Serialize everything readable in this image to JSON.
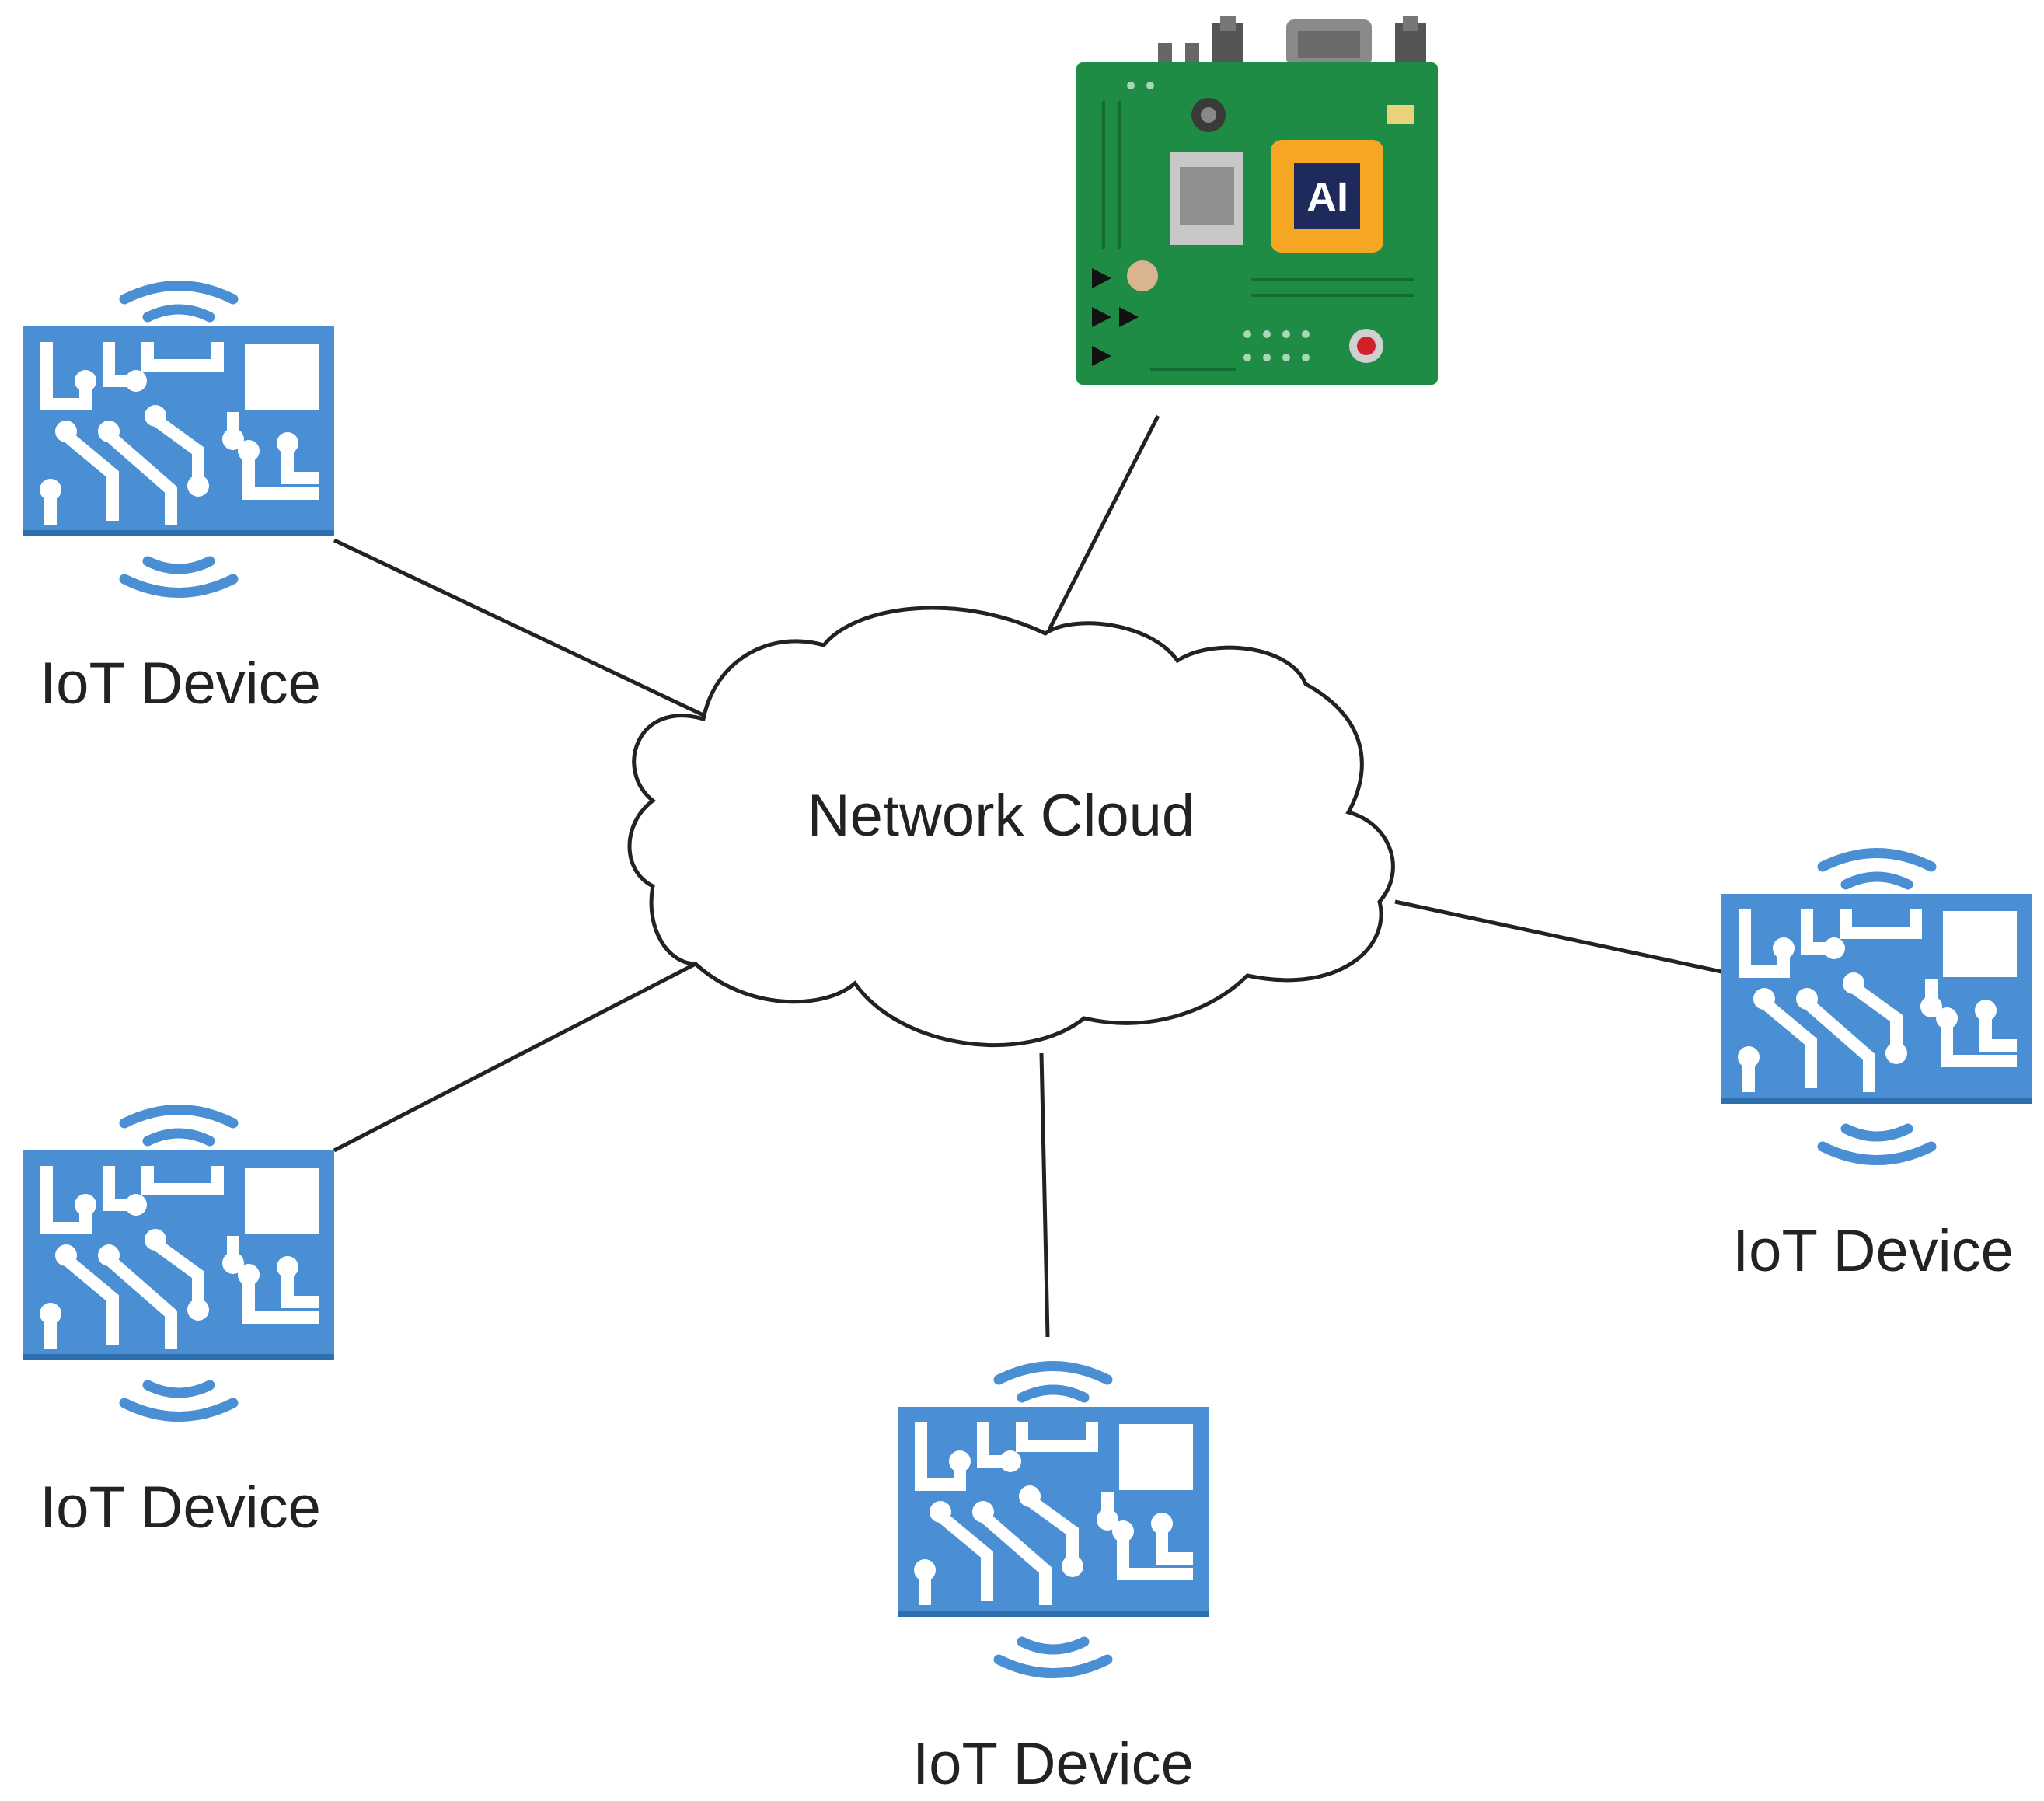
{
  "diagram": {
    "cloud": {
      "label": "Network Cloud"
    },
    "devices": [
      {
        "label": "IoT Device"
      },
      {
        "label": "IoT Device"
      },
      {
        "label": "IoT Device"
      },
      {
        "label": "IoT Device"
      }
    ],
    "ai_board": {
      "chip_label": "AI"
    },
    "colors": {
      "device_blue": "#4A8FD4",
      "board_green": "#1E8C45",
      "chip_orange": "#F5A623",
      "chip_navy": "#1E2A5C",
      "line": "#222222"
    },
    "icons": [
      "iot-device-icon",
      "wifi-signal-icon",
      "ai-board-icon",
      "network-cloud-icon"
    ]
  }
}
